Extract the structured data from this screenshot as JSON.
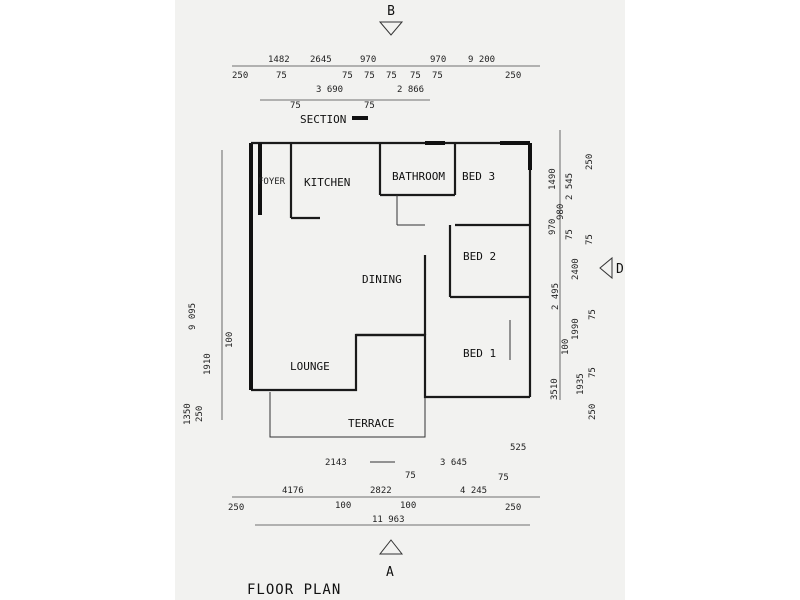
{
  "title": "FLOOR PLAN",
  "markers": {
    "top": "B",
    "bottom": "A",
    "right": "D"
  },
  "section_label": "SECTION",
  "rooms": {
    "foyer": "FOYER",
    "kitchen": "KITCHEN",
    "bathroom": "BATHROOM",
    "bed3": "BED 3",
    "bed2": "BED 2",
    "dining": "DINING",
    "bed1": "BED 1",
    "lounge": "LOUNGE",
    "terrace": "TERRACE"
  },
  "dims_top": {
    "row1": [
      "1482",
      "2645",
      "970",
      "970",
      "9 200"
    ],
    "row2": [
      "250",
      "75",
      "75",
      "75",
      "75",
      "75",
      "75",
      "250"
    ],
    "row3": [
      "3 690",
      "2 866"
    ],
    "row4": [
      "75",
      "75"
    ]
  },
  "dims_bottom": {
    "row1": [
      "2143",
      "3 645",
      "525"
    ],
    "row2": [
      "75",
      "75"
    ],
    "row3": [
      "250",
      "4176",
      "100",
      "2822",
      "100",
      "4 245",
      "250"
    ],
    "total": "11 963"
  },
  "dims_right": [
    "250",
    "1490",
    "2 545",
    "970",
    "980",
    "75",
    "75",
    "2400",
    "2 495",
    "100",
    "1990",
    "75",
    "1935",
    "75",
    "3510",
    "250"
  ],
  "dims_left": [
    "9 095",
    "100",
    "1910",
    "1350",
    "250"
  ]
}
